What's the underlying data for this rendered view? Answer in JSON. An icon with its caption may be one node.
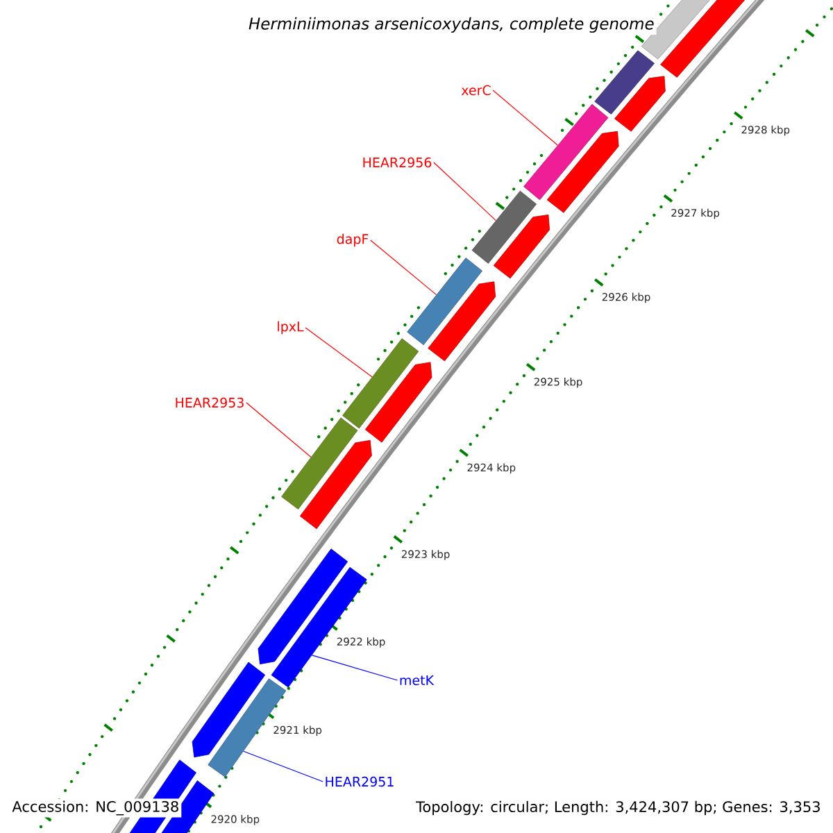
{
  "diagram": {
    "title": "Herminiimonas arsenicoxydans, complete genome",
    "nodes": [
      {
        "text": [
          "xerC"
        ]
      },
      {
        "text": [
          "HEAR2956"
        ]
      },
      {
        "text": [
          "dapF"
        ]
      },
      {
        "text": [
          "lpxL"
        ]
      },
      {
        "text": [
          "HEAR2953"
        ]
      },
      {
        "text": [
          "metK"
        ]
      },
      {
        "text": [
          "HEAR2951"
        ]
      },
      {
        "text": [],
        "shape": "bar"
      },
      {
        "text": [],
        "shape": "bar"
      },
      {
        "text": [],
        "shape": "bar"
      },
      {
        "text": [],
        "shape": "bar"
      },
      {
        "text": [],
        "shape": "bar"
      },
      {
        "text": [],
        "shape": "bar"
      },
      {
        "text": [],
        "shape": "bar"
      }
    ],
    "edges": [
      {
        "from": 0,
        "to": 7,
        "arrow": "none"
      },
      {
        "from": 1,
        "to": 8,
        "arrow": "none"
      },
      {
        "from": 2,
        "to": 9,
        "arrow": "none"
      },
      {
        "from": 3,
        "to": 10,
        "arrow": "none"
      },
      {
        "from": 4,
        "to": 11,
        "arrow": "none"
      },
      {
        "from": 5,
        "to": 12,
        "arrow": "none",
        "color": "#0000ff"
      },
      {
        "from": 6,
        "to": 13,
        "arrow": "none",
        "color": "#0000ff"
      }
    ],
    "labels": [
      "2928 kbp",
      "2927 kbp",
      "2926 kbp",
      "2925 kbp",
      "2924 kbp",
      "2923 kbp",
      "2922 kbp",
      "2921 kbp",
      "2920 kbp",
      "Accession: NC_009138",
      "Topology: circular; Length: 3,424,307 bp; Genes: 3,353"
    ]
  }
}
